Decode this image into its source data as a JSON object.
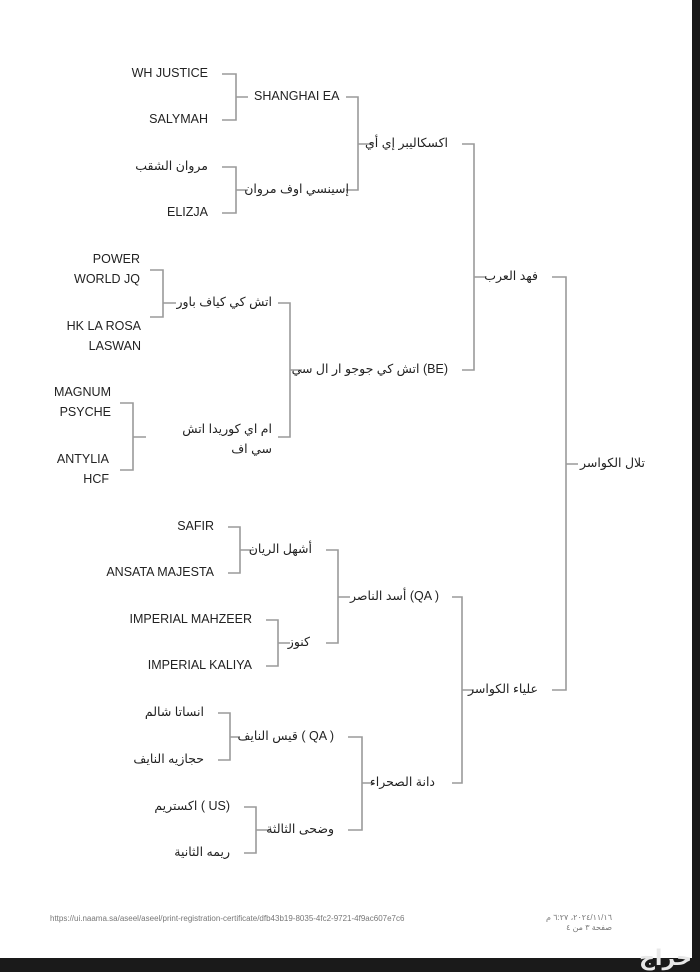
{
  "root": "تلال الكواسر",
  "gen1": [
    "فهد العرب",
    "علياء الكواسر"
  ],
  "gen2": [
    "اكسكاليبر إي أي",
    "اتش كي جوجو ار ال سي (BE)",
    "أسد الناصر (QA )",
    "دانة الصحراء"
  ],
  "gen3": [
    "SHANGHAI EA",
    "إسينسي اوف مروان",
    "اتش كي كياف باور",
    "ام اي كوريدا اتش سي اف",
    "أشهل الريان",
    "كنوز",
    "قيس النايف ( QA )",
    "وضحى الثالثة"
  ],
  "gen4": [
    "WH JUSTICE",
    "SALYMAH",
    "مروان الشقب",
    "ELIZJA",
    "POWER",
    "WORLD JQ",
    "HK LA ROSA",
    "LASWAN",
    "MAGNUM",
    "PSYCHE",
    "ANTYLIA",
    "HCF",
    "SAFIR",
    "ANSATA MAJESTA",
    "IMPERIAL MAHZEER",
    "IMPERIAL KALIYA",
    "انساتا شالم",
    "حجازيه النايف",
    "اكستريم ( US)",
    "ريمه الثانية"
  ],
  "footer": {
    "url": "https://ui.naama.sa/aseel/aseel/print-registration-certificate/dfb43b19-8035-4fc2-9721-4f9ac607e7c6",
    "date": "٢٠٢٤/١١/١٦، ٦:٢٧ م",
    "page": "صفحة ٣ من ٤"
  },
  "watermark": "حراج"
}
